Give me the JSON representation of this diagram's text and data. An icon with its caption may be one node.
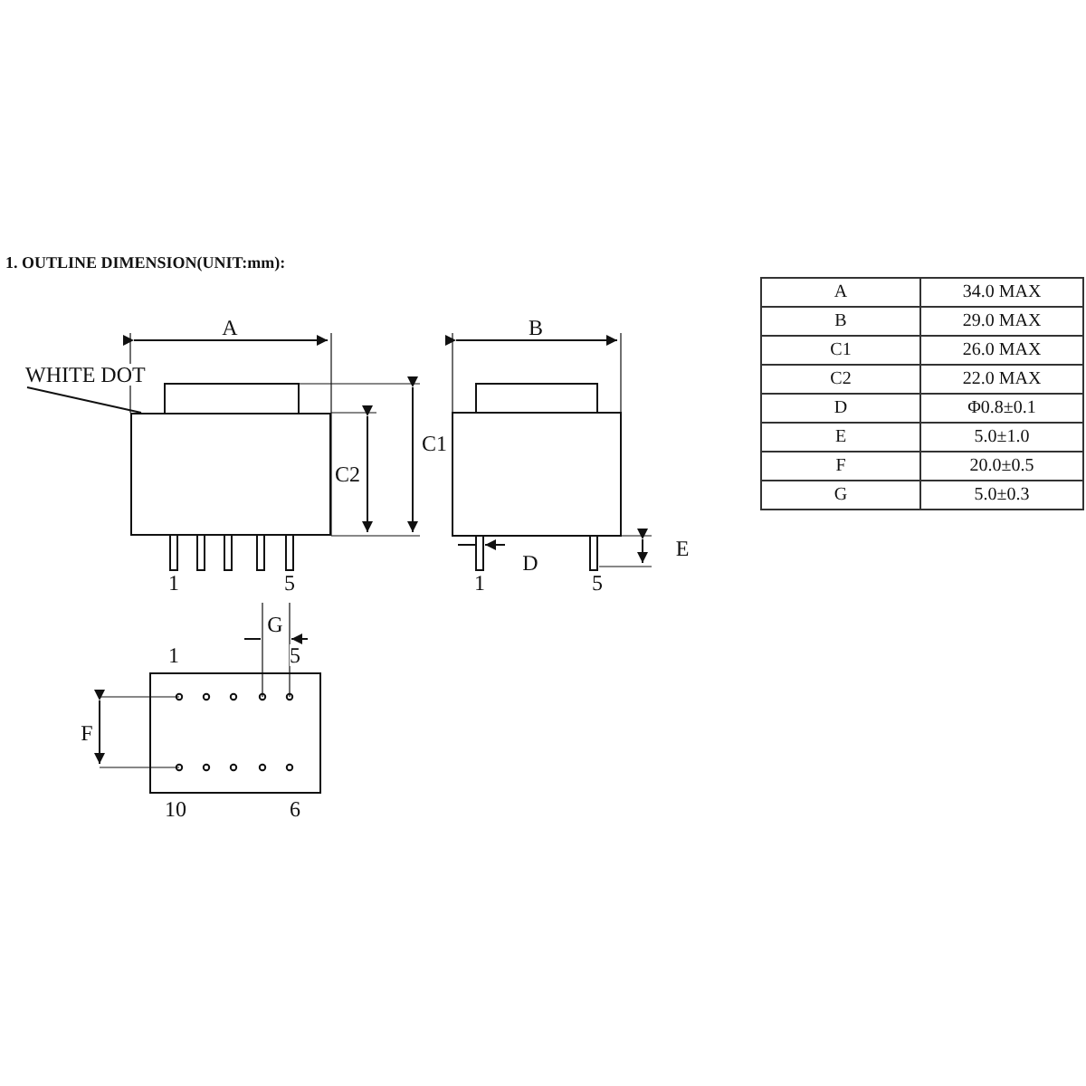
{
  "diagram": {
    "title": "1. OUTLINE DIMENSION(UNIT:mm):",
    "nodes": [
      {
        "text": [
          "WHITE  DOT"
        ]
      },
      {
        "text": [],
        "shape": "box"
      }
    ],
    "edges": [
      {
        "from": 0,
        "to": 1,
        "arrow": "none"
      }
    ],
    "labels": [
      "A",
      "B",
      "C1",
      "C2",
      "1",
      "5",
      "1",
      "D",
      "5",
      "E",
      "G",
      "1",
      "5",
      "F",
      "10",
      "6",
      "A",
      "34.0 MAX",
      "B",
      "29.0 MAX",
      "C1",
      "26.0 MAX",
      "C2",
      "22.0 MAX",
      "D",
      "Φ0.8±0.1",
      "E",
      "5.0±1.0",
      "F",
      "20.0±0.5",
      "G",
      "5.0±0.3"
    ]
  }
}
